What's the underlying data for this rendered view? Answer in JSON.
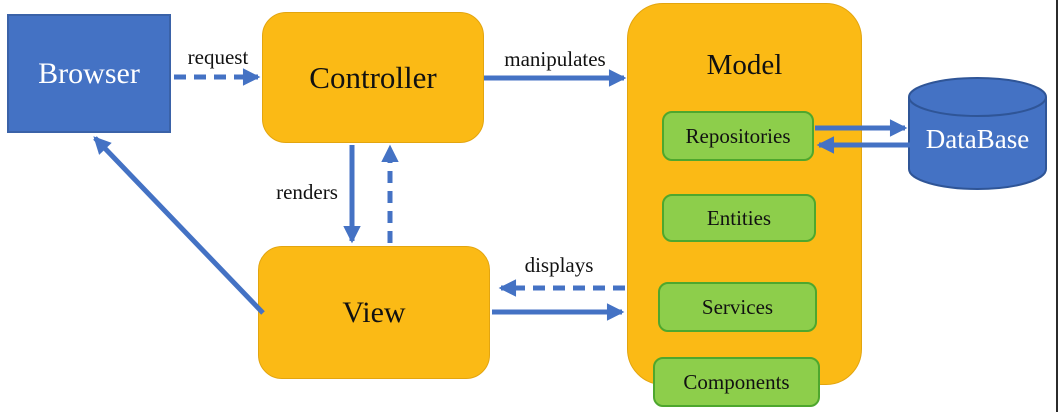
{
  "diagram_type": "MVC architecture diagram",
  "colors": {
    "node_blue_fill": "#4472C4",
    "node_blue_border": "#2F5597",
    "node_orange_fill": "#FBBA15",
    "node_orange_border": "#E3A50F",
    "green_box_fill": "#8DCE4B",
    "green_box_border": "#4EA72E",
    "arrow_blue": "#4472C4",
    "label_text": "#111111",
    "white_text": "#FFFFFF"
  },
  "nodes": {
    "browser": {
      "label": "Browser",
      "shape": "rectangle"
    },
    "controller": {
      "label": "Controller",
      "shape": "rounded-rectangle"
    },
    "view": {
      "label": "View",
      "shape": "rounded-rectangle"
    },
    "model": {
      "label": "Model",
      "shape": "rounded-rectangle"
    },
    "database": {
      "label": "DataBase",
      "shape": "cylinder"
    },
    "model_children": [
      {
        "label": "Repositories"
      },
      {
        "label": "Entities"
      },
      {
        "label": "Services"
      },
      {
        "label": "Components"
      }
    ]
  },
  "edges": [
    {
      "label": "request",
      "from": "Browser",
      "to": "Controller",
      "style": "dashed"
    },
    {
      "label": "manipulates",
      "from": "Controller",
      "to": "Model",
      "style": "solid"
    },
    {
      "label": "renders",
      "from": "Controller",
      "to": "View",
      "style": "solid"
    },
    {
      "label": "",
      "from": "View",
      "to": "Controller",
      "style": "dashed"
    },
    {
      "label": "displays",
      "from": "Model",
      "to": "View",
      "style": "dashed"
    },
    {
      "label": "",
      "from": "View",
      "to": "Model",
      "style": "solid"
    },
    {
      "label": "",
      "from": "View",
      "to": "Browser",
      "style": "solid"
    },
    {
      "label": "",
      "from": "Repositories",
      "to": "DataBase",
      "style": "solid"
    },
    {
      "label": "",
      "from": "DataBase",
      "to": "Repositories",
      "style": "solid"
    }
  ]
}
